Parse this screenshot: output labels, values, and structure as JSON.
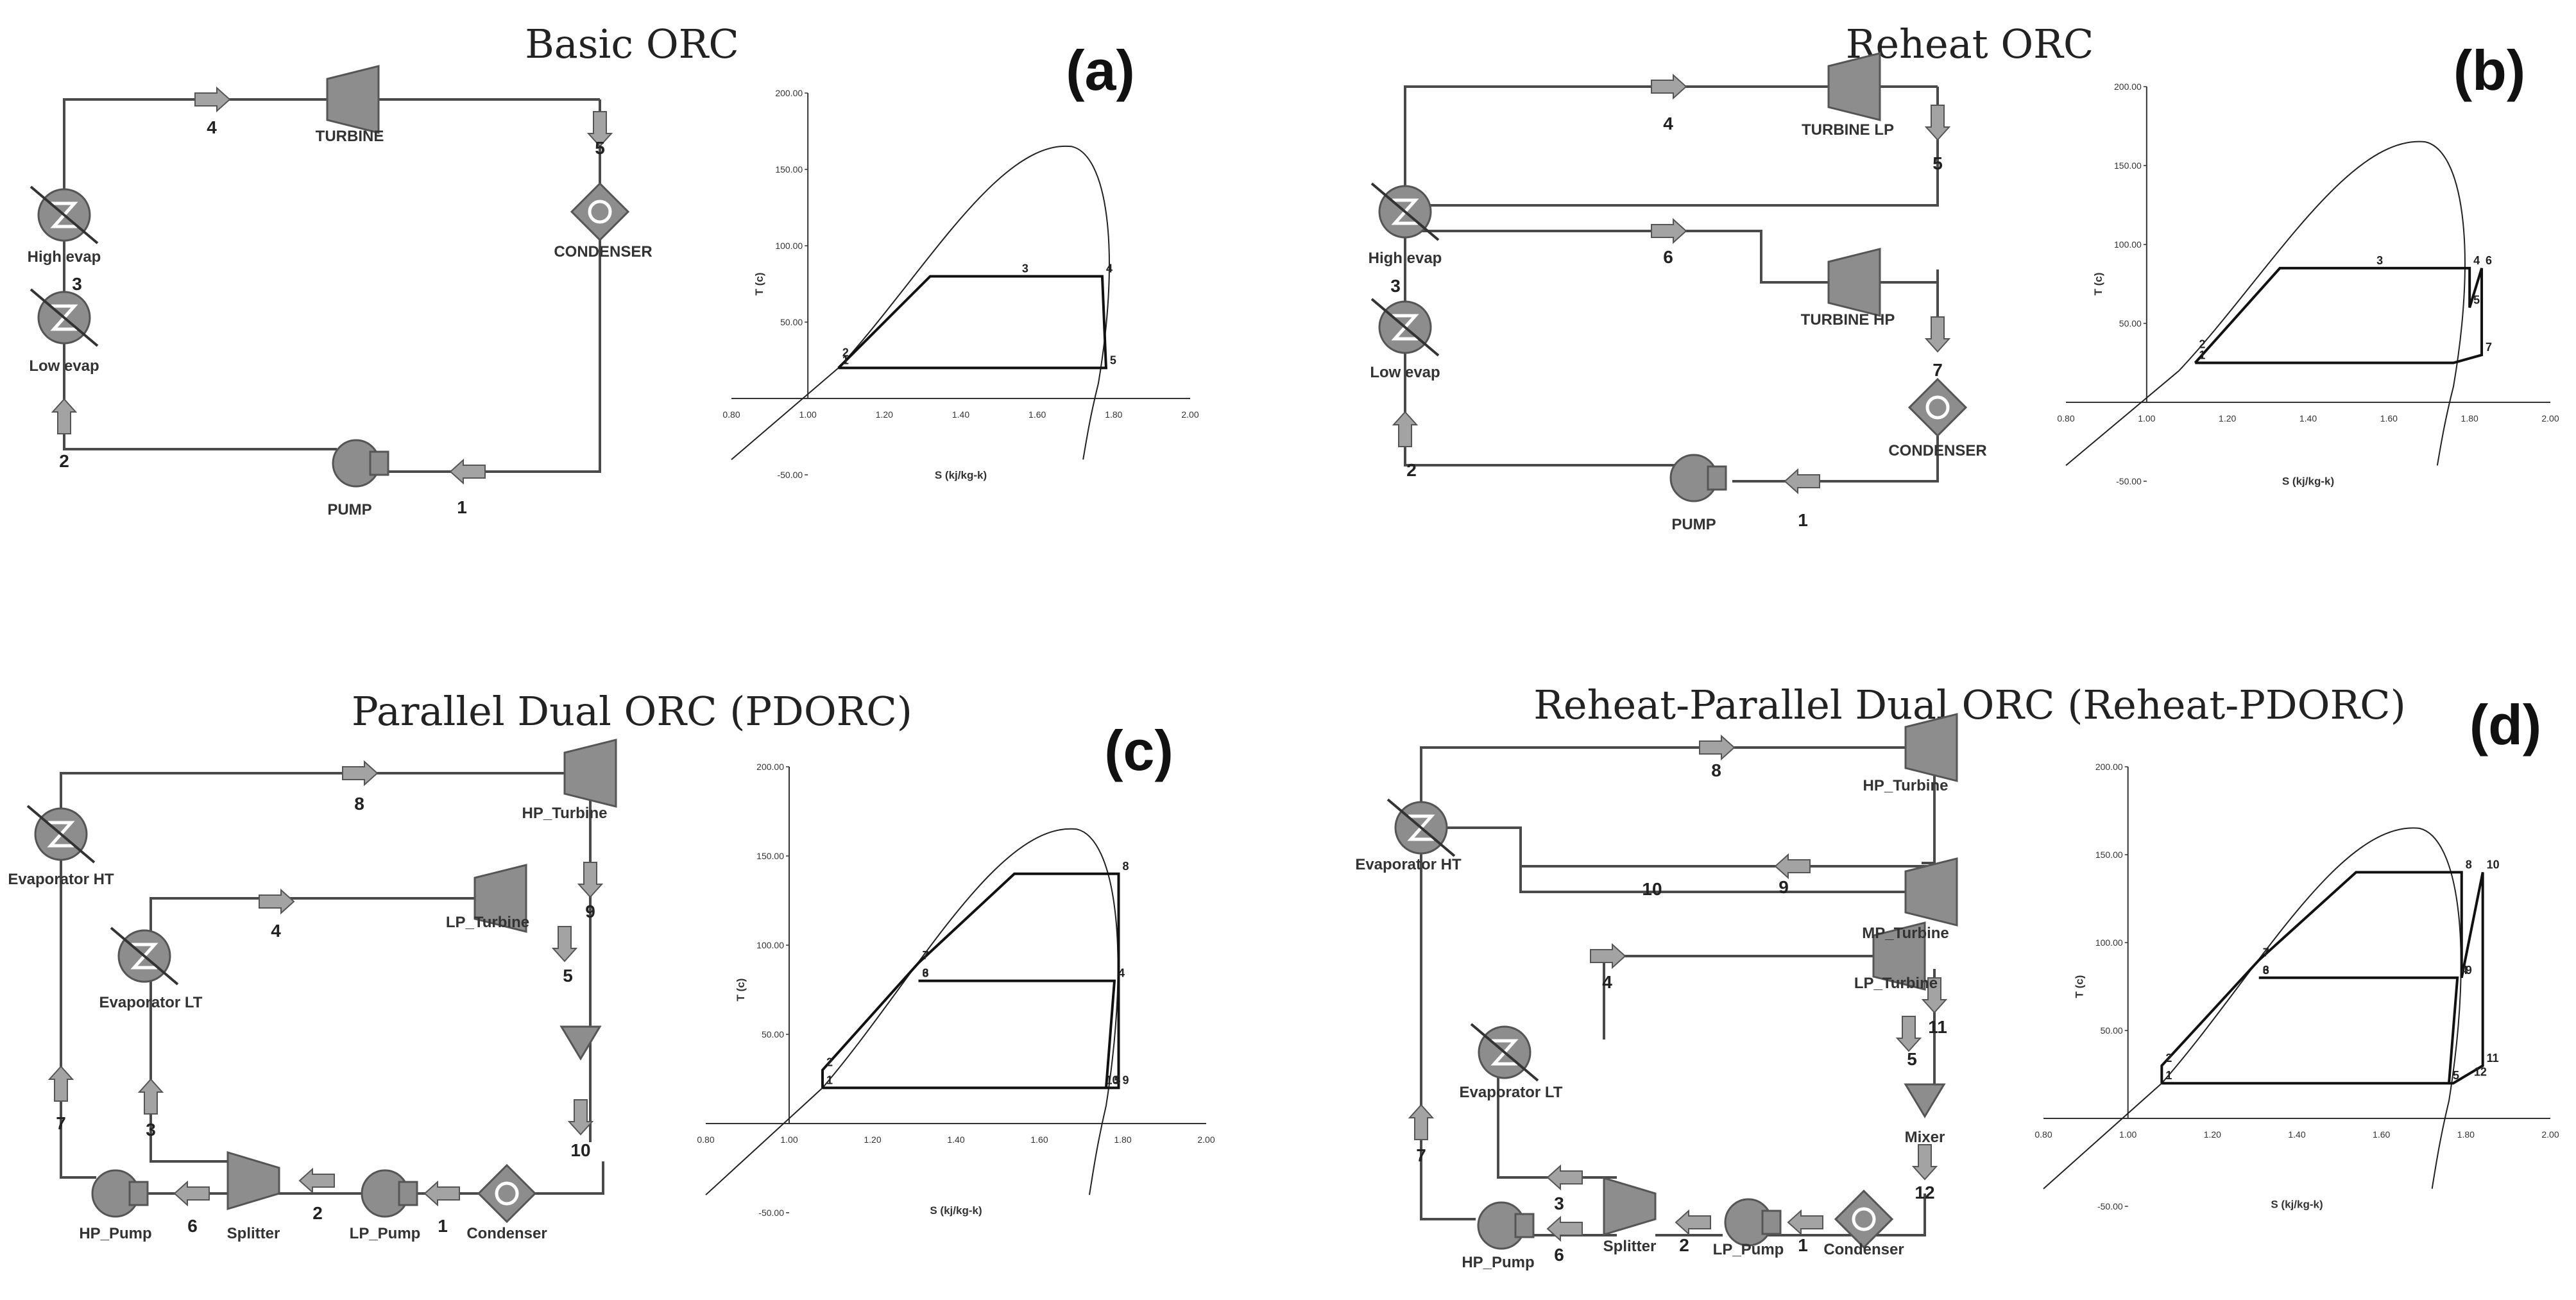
{
  "colors": {
    "line": "#222222",
    "component": "#8d8d8d",
    "component_dark": "#555555",
    "background": "#ffffff"
  },
  "panels": [
    {
      "id": "a",
      "title": "Basic ORC",
      "letter": "(a)",
      "components": [
        {
          "key": "turbine",
          "label": "TURBINE",
          "icon": "turbine-icon"
        },
        {
          "key": "condenser",
          "label": "CONDENSER",
          "icon": "condenser-icon"
        },
        {
          "key": "pump",
          "label": "PUMP",
          "icon": "pump-icon"
        },
        {
          "key": "high_evap",
          "label": "High evap",
          "icon": "heat-exchanger-icon"
        },
        {
          "key": "low_evap",
          "label": "Low evap",
          "icon": "heat-exchanger-icon"
        }
      ],
      "streams": [
        "1",
        "2",
        "3",
        "4",
        "5"
      ],
      "chart": {
        "xlabel": "S (kj/kg-k)",
        "ylabel": "T (c)",
        "xticks": [
          "0.80",
          "1.00",
          "1.20",
          "1.40",
          "1.60",
          "1.80",
          "2.00"
        ],
        "yticks": [
          "200.00",
          "150.00",
          "100.00",
          "50.00",
          "-50.00"
        ]
      }
    },
    {
      "id": "b",
      "title": "Reheat ORC",
      "letter": "(b)",
      "components": [
        {
          "key": "turbine_lp",
          "label": "TURBINE LP",
          "icon": "turbine-icon"
        },
        {
          "key": "turbine_hp",
          "label": "TURBINE HP",
          "icon": "turbine-icon"
        },
        {
          "key": "condenser",
          "label": "CONDENSER",
          "icon": "condenser-icon"
        },
        {
          "key": "pump",
          "label": "PUMP",
          "icon": "pump-icon"
        },
        {
          "key": "high_evap",
          "label": "High evap",
          "icon": "heat-exchanger-icon"
        },
        {
          "key": "low_evap",
          "label": "Low evap",
          "icon": "heat-exchanger-icon"
        }
      ],
      "streams": [
        "1",
        "2",
        "3",
        "4",
        "5",
        "6",
        "7"
      ],
      "chart": {
        "xlabel": "S (kj/kg-k)",
        "ylabel": "T (c)",
        "xticks": [
          "0.80",
          "1.00",
          "1.20",
          "1.40",
          "1.60",
          "1.80",
          "2.00"
        ],
        "yticks": [
          "200.00",
          "150.00",
          "100.00",
          "50.00",
          "-50.00"
        ]
      }
    },
    {
      "id": "c",
      "title": "Parallel Dual ORC (PDORC)",
      "letter": "(c)",
      "components": [
        {
          "key": "hp_turbine",
          "label": "HP_Turbine",
          "icon": "turbine-icon"
        },
        {
          "key": "lp_turbine",
          "label": "LP_Turbine",
          "icon": "turbine-icon"
        },
        {
          "key": "evap_ht",
          "label": "Evaporator HT",
          "icon": "heat-exchanger-icon"
        },
        {
          "key": "evap_lt",
          "label": "Evaporator LT",
          "icon": "heat-exchanger-icon"
        },
        {
          "key": "hp_pump",
          "label": "HP_Pump",
          "icon": "pump-icon"
        },
        {
          "key": "splitter",
          "label": "Splitter",
          "icon": "splitter-icon"
        },
        {
          "key": "lp_pump",
          "label": "LP_Pump",
          "icon": "pump-icon"
        },
        {
          "key": "condenser",
          "label": "Condenser",
          "icon": "condenser-icon"
        }
      ],
      "streams": [
        "1",
        "2",
        "3",
        "4",
        "5",
        "6",
        "7",
        "8",
        "9",
        "10"
      ],
      "chart": {
        "xlabel": "S (kj/kg-k)",
        "ylabel": "T (c)",
        "xticks": [
          "0.80",
          "1.00",
          "1.20",
          "1.40",
          "1.60",
          "1.80",
          "2.00"
        ],
        "yticks": [
          "200.00",
          "150.00",
          "100.00",
          "50.00",
          "-50.00"
        ]
      }
    },
    {
      "id": "d",
      "title": "Reheat-Parallel Dual ORC (Reheat-PDORC)",
      "letter": "(d)",
      "components": [
        {
          "key": "hp_turbine",
          "label": "HP_Turbine",
          "icon": "turbine-icon"
        },
        {
          "key": "mp_turbine",
          "label": "MP_Turbine",
          "icon": "turbine-icon"
        },
        {
          "key": "lp_turbine",
          "label": "LP_Turbine",
          "icon": "turbine-icon"
        },
        {
          "key": "evap_ht",
          "label": "Evaporator HT",
          "icon": "heat-exchanger-icon"
        },
        {
          "key": "evap_lt",
          "label": "Evaporator LT",
          "icon": "heat-exchanger-icon"
        },
        {
          "key": "mixer",
          "label": "Mixer",
          "icon": "mixer-icon"
        },
        {
          "key": "hp_pump",
          "label": "HP_Pump",
          "icon": "pump-icon"
        },
        {
          "key": "splitter",
          "label": "Splitter",
          "icon": "splitter-icon"
        },
        {
          "key": "lp_pump",
          "label": "LP_Pump",
          "icon": "pump-icon"
        },
        {
          "key": "condenser",
          "label": "Condenser",
          "icon": "condenser-icon"
        }
      ],
      "streams": [
        "1",
        "2",
        "3",
        "4",
        "5",
        "6",
        "7",
        "8",
        "9",
        "10",
        "11",
        "12"
      ],
      "chart": {
        "xlabel": "S (kj/kg-k)",
        "ylabel": "T (c)",
        "xticks": [
          "0.80",
          "1.00",
          "1.20",
          "1.40",
          "1.60",
          "1.80",
          "2.00"
        ],
        "yticks": [
          "200.00",
          "150.00",
          "100.00",
          "50.00",
          "-50.00"
        ]
      }
    }
  ],
  "chart_data": [
    {
      "type": "line",
      "xlabel": "S (kj/kg-k)",
      "ylabel": "T (c)",
      "xlim": [
        0.8,
        2.0
      ],
      "ylim": [
        -50,
        200
      ],
      "grid": false,
      "series": [
        {
          "values": [
            [
              1.08,
              20
            ],
            [
              1.32,
              80
            ],
            [
              1.77,
              80
            ],
            [
              1.78,
              20
            ],
            [
              1.08,
              20
            ]
          ],
          "points": [
            {
              "label": "1",
              "x": 1.08,
              "y": 20
            },
            {
              "label": "2",
              "x": 1.08,
              "y": 25
            },
            {
              "label": "3",
              "x": 1.55,
              "y": 80
            },
            {
              "label": "4",
              "x": 1.77,
              "y": 80
            },
            {
              "label": "5",
              "x": 1.78,
              "y": 20
            }
          ]
        }
      ]
    },
    {
      "type": "line",
      "xlabel": "S (kj/kg-k)",
      "ylabel": "T (c)",
      "xlim": [
        0.8,
        2.0
      ],
      "ylim": [
        -50,
        200
      ],
      "grid": false,
      "series": [
        {
          "values": [
            [
              1.12,
              25
            ],
            [
              1.33,
              85
            ],
            [
              1.8,
              85
            ],
            [
              1.8,
              60
            ],
            [
              1.83,
              85
            ],
            [
              1.83,
              30
            ],
            [
              1.76,
              25
            ],
            [
              1.12,
              25
            ]
          ],
          "points": [
            {
              "label": "1",
              "x": 1.12,
              "y": 25
            },
            {
              "label": "2",
              "x": 1.12,
              "y": 32
            },
            {
              "label": "3",
              "x": 1.56,
              "y": 85
            },
            {
              "label": "4",
              "x": 1.8,
              "y": 85
            },
            {
              "label": "5",
              "x": 1.8,
              "y": 60
            },
            {
              "label": "6",
              "x": 1.83,
              "y": 85
            },
            {
              "label": "7",
              "x": 1.83,
              "y": 30
            }
          ]
        }
      ]
    },
    {
      "type": "line",
      "xlabel": "S (kj/kg-k)",
      "ylabel": "T (c)",
      "xlim": [
        0.8,
        2.0
      ],
      "ylim": [
        -50,
        200
      ],
      "grid": false,
      "series": [
        {
          "values": [
            [
              1.08,
              20
            ],
            [
              1.08,
              30
            ],
            [
              1.31,
              90
            ],
            [
              1.54,
              140
            ],
            [
              1.79,
              140
            ],
            [
              1.79,
              20
            ],
            [
              1.08,
              20
            ]
          ],
          "points": [
            {
              "label": "1",
              "x": 1.08,
              "y": 20
            },
            {
              "label": "2",
              "x": 1.08,
              "y": 30
            },
            {
              "label": "6",
              "x": 1.31,
              "y": 80
            },
            {
              "label": "7",
              "x": 1.31,
              "y": 90
            },
            {
              "label": "8",
              "x": 1.79,
              "y": 140
            },
            {
              "label": "9",
              "x": 1.79,
              "y": 20
            },
            {
              "label": "10",
              "x": 1.75,
              "y": 20
            }
          ]
        },
        {
          "values": [
            [
              1.31,
              80
            ],
            [
              1.78,
              80
            ],
            [
              1.76,
              20
            ]
          ],
          "points": [
            {
              "label": "3",
              "x": 1.31,
              "y": 80
            },
            {
              "label": "4",
              "x": 1.78,
              "y": 80
            },
            {
              "label": "5",
              "x": 1.77,
              "y": 20
            }
          ]
        }
      ]
    },
    {
      "type": "line",
      "xlabel": "S (kj/kg-k)",
      "ylabel": "T (c)",
      "xlim": [
        0.8,
        2.0
      ],
      "ylim": [
        -50,
        200
      ],
      "grid": false,
      "series": [
        {
          "values": [
            [
              1.08,
              20
            ],
            [
              1.08,
              30
            ],
            [
              1.31,
              90
            ],
            [
              1.54,
              140
            ],
            [
              1.79,
              140
            ],
            [
              1.79,
              80
            ],
            [
              1.84,
              140
            ],
            [
              1.84,
              30
            ],
            [
              1.77,
              20
            ],
            [
              1.08,
              20
            ]
          ],
          "points": [
            {
              "label": "1",
              "x": 1.08,
              "y": 20
            },
            {
              "label": "2",
              "x": 1.08,
              "y": 30
            },
            {
              "label": "6",
              "x": 1.31,
              "y": 80
            },
            {
              "label": "7",
              "x": 1.31,
              "y": 90
            },
            {
              "label": "8",
              "x": 1.79,
              "y": 140
            },
            {
              "label": "9",
              "x": 1.79,
              "y": 80
            },
            {
              "label": "10",
              "x": 1.84,
              "y": 140
            },
            {
              "label": "11",
              "x": 1.84,
              "y": 30
            },
            {
              "label": "12",
              "x": 1.81,
              "y": 22
            }
          ]
        },
        {
          "values": [
            [
              1.31,
              80
            ],
            [
              1.78,
              80
            ],
            [
              1.76,
              20
            ]
          ],
          "points": [
            {
              "label": "3",
              "x": 1.31,
              "y": 80
            },
            {
              "label": "4",
              "x": 1.78,
              "y": 80
            },
            {
              "label": "5",
              "x": 1.76,
              "y": 20
            }
          ]
        }
      ]
    }
  ]
}
